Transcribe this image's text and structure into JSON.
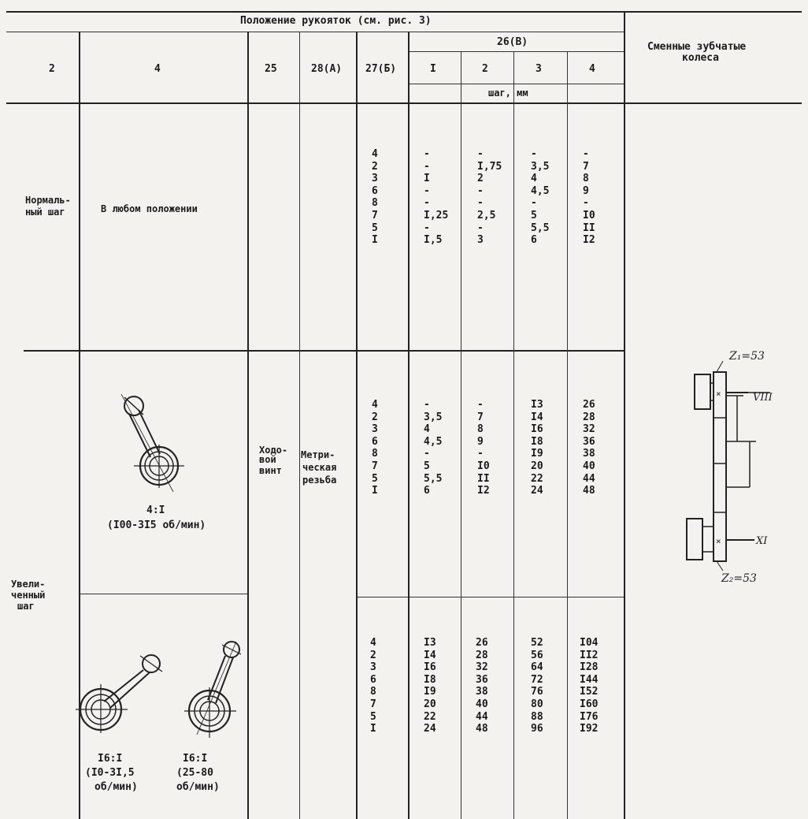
{
  "header": {
    "group_title": "Положение рукояток (см. рис. 3)",
    "col_2": "2",
    "col_4": "4",
    "col_25": "25",
    "col_28": "28(А)",
    "col_27": "27(Б)",
    "col_26": "26(В)",
    "sub_cols": [
      "I",
      "2",
      "3",
      "4"
    ],
    "unit": "шаг, мм",
    "gears_title_line1": "Сменные зубчатые",
    "gears_title_line2": "колеса"
  },
  "rows": {
    "normal": {
      "label_line1": "Нормаль-",
      "label_line2": "ный шаг",
      "position": "В любом положении",
      "col27": [
        "4",
        "2",
        "3",
        "6",
        "8",
        "7",
        "5",
        "I"
      ],
      "col1": [
        "-",
        "-",
        "I",
        "-",
        "-",
        "I,25",
        "-",
        "I,5"
      ],
      "col2": [
        "-",
        "I,75",
        "2",
        "-",
        "-",
        "2,5",
        "-",
        "3"
      ],
      "col3": [
        "-",
        "3,5",
        "4",
        "4,5",
        "-",
        "5",
        "5,5",
        "6"
      ],
      "col4": [
        "-",
        "7",
        "8",
        "9",
        "-",
        "I0",
        "II",
        "I2"
      ]
    },
    "increased": {
      "label_line1": "Увели-",
      "label_line2": "ченный",
      "label_line3": "шаг",
      "handle_a_ratio": "4:I",
      "handle_a_speed": "(I00-3I5 об/мин)",
      "col27": [
        "4",
        "2",
        "3",
        "6",
        "8",
        "7",
        "5",
        "I"
      ],
      "col1": [
        "-",
        "3,5",
        "4",
        "4,5",
        "-",
        "5",
        "5,5",
        "6"
      ],
      "col2": [
        "-",
        "7",
        "8",
        "9",
        "-",
        "I0",
        "II",
        "I2"
      ],
      "col3": [
        "I3",
        "I4",
        "I6",
        "I8",
        "I9",
        "20",
        "22",
        "24"
      ],
      "col4": [
        "26",
        "28",
        "32",
        "36",
        "38",
        "40",
        "44",
        "48"
      ]
    },
    "increased2": {
      "handle_b_ratio": "I6:I",
      "handle_b_speed_line1": "(I0-3I,5",
      "handle_b_speed_line2": "об/мин)",
      "handle_c_ratio": "I6:I",
      "handle_c_speed_line1": "(25-80",
      "handle_c_speed_line2": "об/мин)",
      "col27": [
        "4",
        "2",
        "3",
        "6",
        "8",
        "7",
        "5",
        "I"
      ],
      "col1": [
        "I3",
        "I4",
        "I6",
        "I8",
        "I9",
        "20",
        "22",
        "24"
      ],
      "col2": [
        "26",
        "28",
        "32",
        "36",
        "38",
        "40",
        "44",
        "48"
      ],
      "col3": [
        "52",
        "56",
        "64",
        "72",
        "76",
        "80",
        "88",
        "96"
      ],
      "col4": [
        "I04",
        "II2",
        "I28",
        "I44",
        "I52",
        "I60",
        "I76",
        "I92"
      ]
    },
    "common": {
      "col25_line1": "Ходо-",
      "col25_line2": "вой",
      "col25_line3": "винт",
      "col28_line1": "Метри-",
      "col28_line2": "ческая",
      "col28_line3": "резьба"
    }
  },
  "gears": {
    "z1": "Z1=53",
    "z2": "Z2=53",
    "shaft_top": "VIII",
    "shaft_bottom": "XI"
  }
}
